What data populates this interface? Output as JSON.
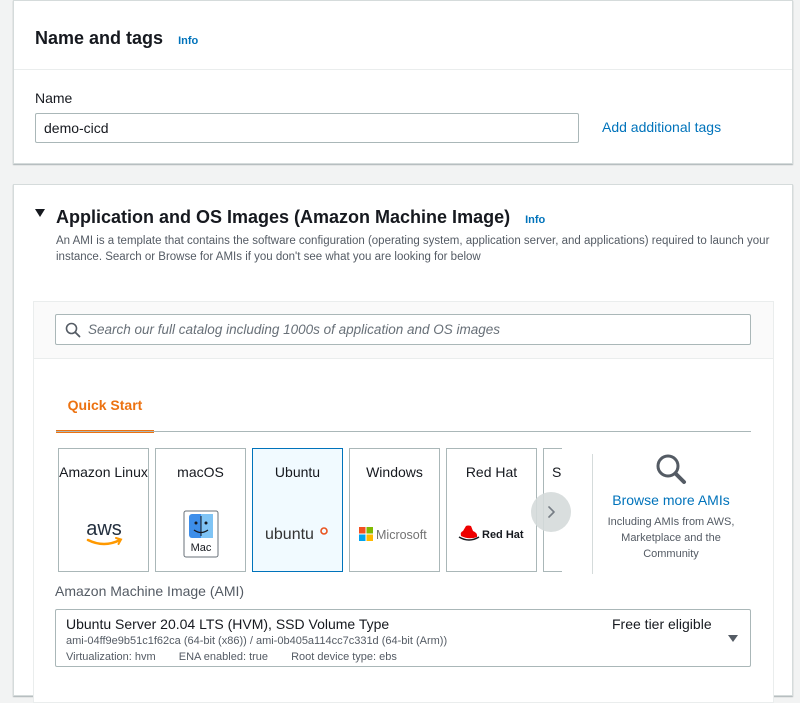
{
  "name_tags": {
    "title": "Name and tags",
    "info": "Info",
    "name_label": "Name",
    "name_value": "demo-cicd",
    "add_tags": "Add additional tags"
  },
  "ami_section": {
    "title": "Application and OS Images (Amazon Machine Image)",
    "info": "Info",
    "description": "An AMI is a template that contains the software configuration (operating system, application server, and applications) required to launch your instance. Search or Browse for AMIs if you don't see what you are looking for below",
    "search_placeholder": "Search our full catalog including 1000s of application and OS images",
    "tab_label": "Quick Start",
    "tiles": [
      {
        "label": "Amazon Linux",
        "logo": "aws",
        "selected": false
      },
      {
        "label": "macOS",
        "logo": "Mac",
        "selected": false
      },
      {
        "label": "Ubuntu",
        "logo": "ubuntu",
        "selected": true
      },
      {
        "label": "Windows",
        "logo": "Microsoft",
        "selected": false
      },
      {
        "label": "Red Hat",
        "logo": "Red Hat",
        "selected": false
      },
      {
        "label": "S",
        "logo": "",
        "selected": false
      }
    ],
    "browse_more": "Browse more AMIs",
    "browse_sub": "Including AMIs from AWS, Marketplace and the Community",
    "ami_label": "Amazon Machine Image (AMI)",
    "ami_name": "Ubuntu Server 20.04 LTS (HVM), SSD Volume Type",
    "ami_ids": "ami-04ff9e9b51c1f62ca (64-bit (x86)) / ami-0b405a114cc7c331d (64-bit (Arm))",
    "ami_virtualization": "Virtualization: hvm",
    "ami_ena": "ENA enabled: true",
    "ami_root": "Root device type: ebs",
    "ami_free": "Free tier eligible"
  },
  "colors": {
    "accent_orange": "#ec7211",
    "link_blue": "#0073bb",
    "selected_tile_bg": "#f1faff"
  }
}
